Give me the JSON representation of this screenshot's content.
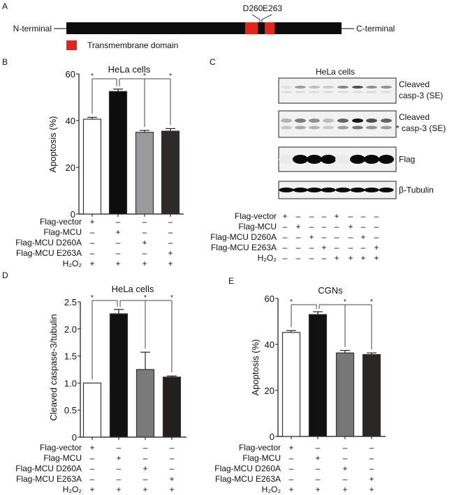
{
  "panel_labels": [
    "A",
    "B",
    "C",
    "D",
    "E"
  ],
  "panel_a": {
    "n_label": "N-terminal",
    "c_label": "C-terminal",
    "site_labels": [
      "D260",
      "E263"
    ],
    "legend_label": "Transmembrane domain",
    "protein_color": "#0d0d0d",
    "tm_color": "#e0251b"
  },
  "panel_c": {
    "title": "HeLa cells",
    "blots": [
      {
        "label_lines": [
          "Cleaved",
          "casp-3 (SE)"
        ],
        "intensity": [
          0.05,
          0.35,
          0.2,
          0.15,
          0.45,
          0.7,
          0.4,
          0.4
        ]
      },
      {
        "label_lines": [
          "Cleaved",
          "* casp-3 (SE)"
        ],
        "intensity": [
          0.25,
          0.5,
          0.4,
          0.2,
          0.6,
          0.95,
          0.7,
          0.6
        ]
      },
      {
        "label_lines": [
          "Flag"
        ],
        "intensity": [
          0,
          1,
          1,
          1,
          0,
          1,
          1,
          1
        ]
      },
      {
        "label_lines": [
          "β-Tubulin"
        ],
        "intensity": [
          1,
          1,
          1,
          1,
          1,
          1,
          1,
          1
        ]
      }
    ],
    "conditions": [
      {
        "label": "Flag-vector",
        "signs": [
          "+",
          "–",
          "–",
          "–",
          "+",
          "–",
          "–",
          "–"
        ]
      },
      {
        "label": "Flag-MCU",
        "signs": [
          "–",
          "+",
          "–",
          "–",
          "–",
          "+",
          "–",
          "–"
        ]
      },
      {
        "label": "Flag-MCU D260A",
        "signs": [
          "–",
          "–",
          "+",
          "–",
          "–",
          "–",
          "+",
          "–"
        ]
      },
      {
        "label": "Flag-MCU E263A",
        "signs": [
          "–",
          "–",
          "–",
          "+",
          "–",
          "–",
          "–",
          "+"
        ]
      },
      {
        "label": "H₂O₂",
        "signs": [
          "–",
          "–",
          "–",
          "–",
          "+",
          "+",
          "+",
          "+"
        ]
      }
    ]
  },
  "chart_data": [
    {
      "panel": "B",
      "type": "bar",
      "title": "HeLa cells",
      "ylabel": "Apoptosis (%)",
      "ylim": [
        0,
        60
      ],
      "yticks": [
        "0",
        "20",
        "40",
        "60"
      ],
      "ytick_values": [
        0,
        20,
        40,
        60
      ],
      "values": [
        40.6,
        52.5,
        35.0,
        35.5
      ],
      "errors": [
        0.8,
        1.0,
        0.8,
        1.1
      ],
      "bar_colors": [
        "#ffffff",
        "#0d0d0d",
        "#9a9a9c",
        "#2e2a2a"
      ],
      "significance": [
        {
          "pair": [
            1,
            0
          ],
          "mark": "*"
        },
        {
          "pair": [
            1,
            2
          ],
          "mark": "*"
        },
        {
          "pair": [
            1,
            3
          ],
          "mark": "*"
        }
      ],
      "conditions": [
        {
          "label": "Flag-vector",
          "signs": [
            "+",
            "–",
            "–",
            "–"
          ]
        },
        {
          "label": "Flag-MCU",
          "signs": [
            "–",
            "+",
            "–",
            "–"
          ]
        },
        {
          "label": "Flag-MCU D260A",
          "signs": [
            "–",
            "–",
            "+",
            "–"
          ]
        },
        {
          "label": "Flag-MCU E263A",
          "signs": [
            "–",
            "–",
            "–",
            "+"
          ]
        },
        {
          "label": "H₂O₂",
          "signs": [
            "+",
            "+",
            "+",
            "+"
          ]
        }
      ]
    },
    {
      "panel": "D",
      "type": "bar",
      "title": "HeLa cells",
      "ylabel": "Cleaved caspase-3/tubulin",
      "ylim": [
        0,
        2.5
      ],
      "yticks": [
        "0",
        "0.5",
        "1.0",
        "1.5",
        "2.0",
        "2.5"
      ],
      "ytick_values": [
        0,
        0.5,
        1.0,
        1.5,
        2.0,
        2.5
      ],
      "values": [
        1.0,
        2.28,
        1.25,
        1.11
      ],
      "errors": [
        0,
        0.08,
        0.32,
        0.02
      ],
      "bar_colors": [
        "#ffffff",
        "#111111",
        "#7a7a7a",
        "#231f1f"
      ],
      "significance": [
        {
          "pair": [
            1,
            0
          ],
          "mark": "*"
        },
        {
          "pair": [
            1,
            2
          ],
          "mark": "*"
        },
        {
          "pair": [
            1,
            3
          ],
          "mark": "*"
        }
      ],
      "conditions": [
        {
          "label": "Flag-vector",
          "signs": [
            "+",
            "–",
            "–",
            "–"
          ]
        },
        {
          "label": "Flag-MCU",
          "signs": [
            "–",
            "+",
            "–",
            "–"
          ]
        },
        {
          "label": "Flag-MCU D260A",
          "signs": [
            "–",
            "–",
            "+",
            "–"
          ]
        },
        {
          "label": "Flag-MCU E263A",
          "signs": [
            "–",
            "–",
            "–",
            "+"
          ]
        },
        {
          "label": "H₂O₂",
          "signs": [
            "+",
            "+",
            "+",
            "+"
          ]
        }
      ]
    },
    {
      "panel": "E",
      "type": "bar",
      "title": "CGNs",
      "ylabel": "Apoptosis (%)",
      "ylim": [
        0,
        60
      ],
      "yticks": [
        "0",
        "20",
        "40",
        "60"
      ],
      "ytick_values": [
        0,
        20,
        40,
        60
      ],
      "values": [
        45.2,
        53.0,
        36.3,
        35.6
      ],
      "errors": [
        0.8,
        1.2,
        1.1,
        0.7
      ],
      "bar_colors": [
        "#ffffff",
        "#111111",
        "#777777",
        "#2a2727"
      ],
      "significance": [
        {
          "pair": [
            1,
            0
          ],
          "mark": "*"
        },
        {
          "pair": [
            1,
            2
          ],
          "mark": "*"
        },
        {
          "pair": [
            1,
            3
          ],
          "mark": "*"
        }
      ],
      "conditions": [
        {
          "label": "Flag-vector",
          "signs": [
            "+",
            "–",
            "–",
            "–"
          ]
        },
        {
          "label": "Flag-MCU",
          "signs": [
            "–",
            "+",
            "–",
            "–"
          ]
        },
        {
          "label": "Flag-MCU D260A",
          "signs": [
            "–",
            "–",
            "+",
            "–"
          ]
        },
        {
          "label": "Flag-MCU E263A",
          "signs": [
            "–",
            "–",
            "–",
            "+"
          ]
        },
        {
          "label": "H₂O₂",
          "signs": [
            "+",
            "+",
            "+",
            "+"
          ]
        }
      ]
    }
  ]
}
